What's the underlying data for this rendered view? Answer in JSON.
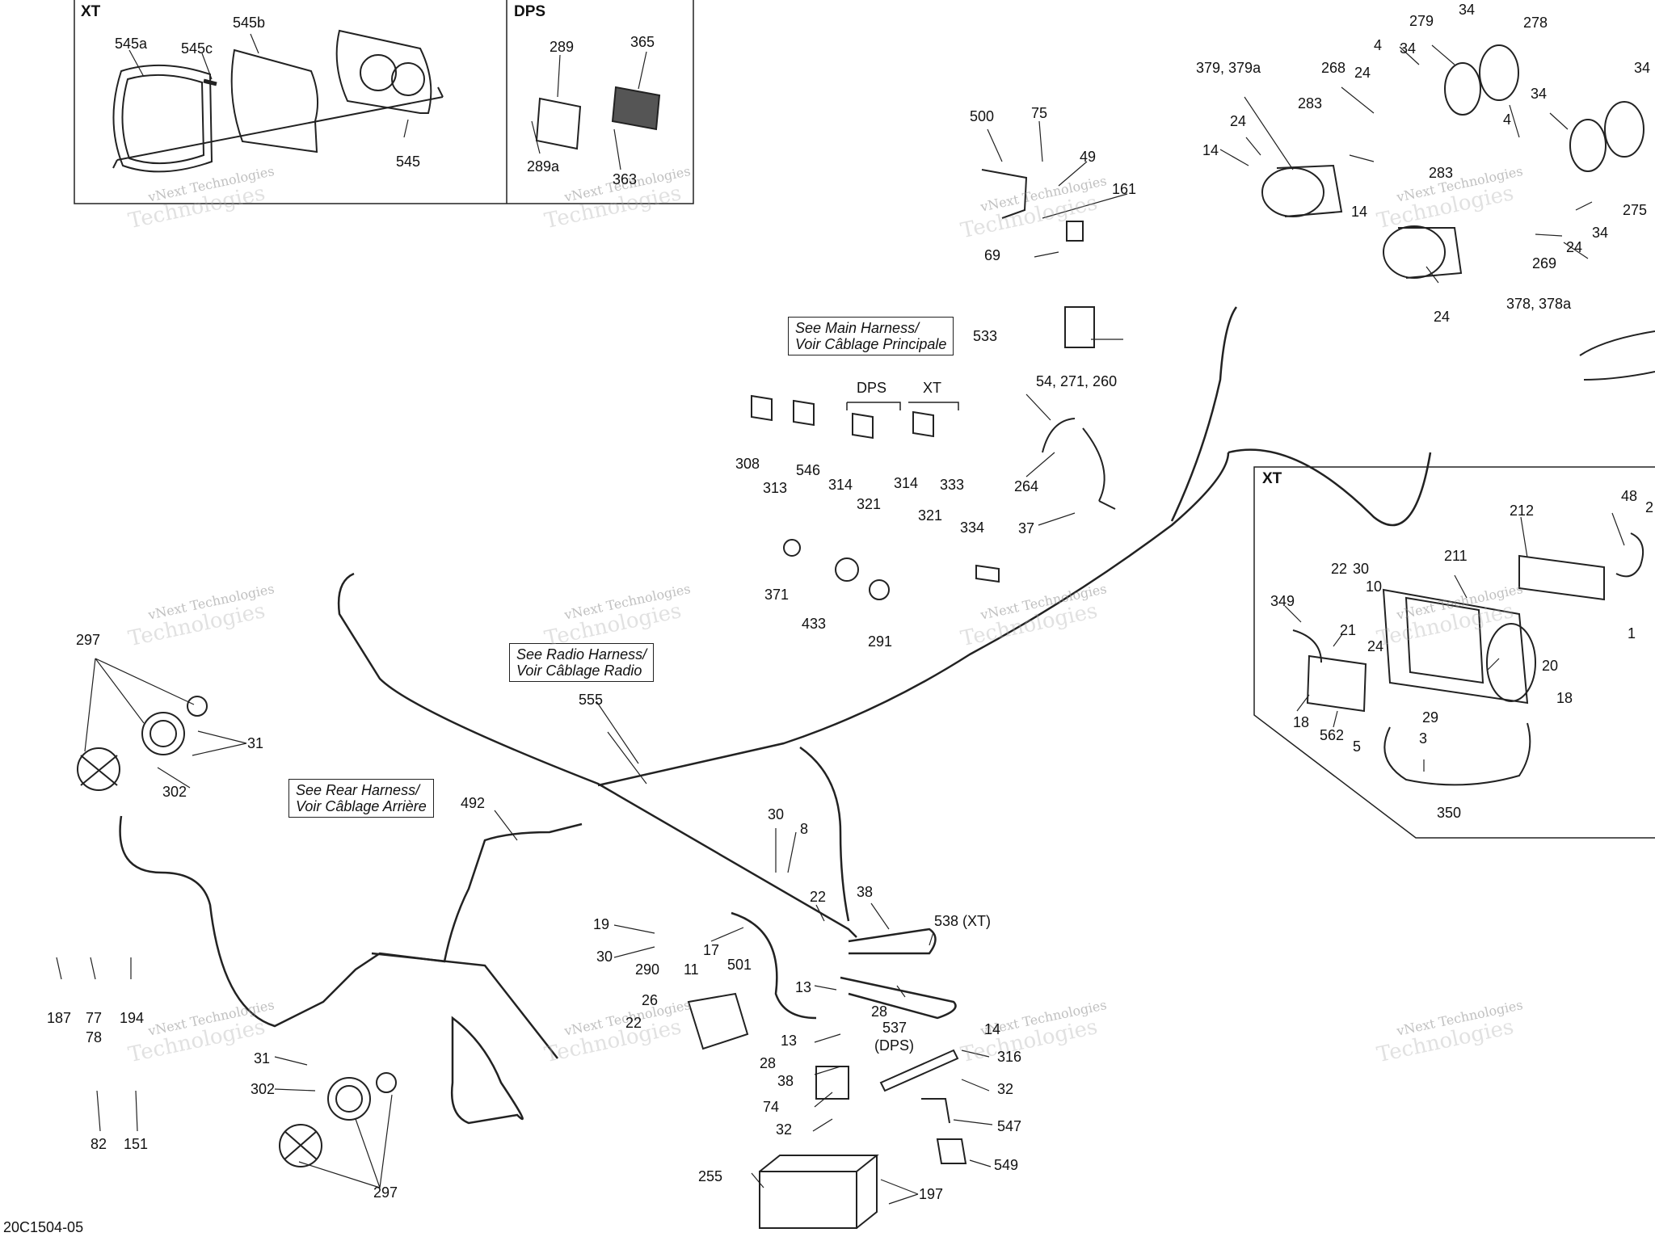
{
  "diagram_code": "20C1504-05",
  "watermark": {
    "line1": "vNext Technologies",
    "line2": "Technologies"
  },
  "boxes": {
    "xt_gauge": "XT",
    "dps_gauge": "DPS",
    "xt_winch": "XT"
  },
  "group_labels": {
    "dps": "DPS",
    "xt": "XT"
  },
  "notes": {
    "main": [
      "See Main Harness/",
      "Voir Câblage Principale"
    ],
    "radio": [
      "See Radio Harness/",
      "Voir Câblage Radio"
    ],
    "rear": [
      "See Rear Harness/",
      "Voir Câblage Arrière"
    ]
  },
  "labels": {
    "l545a": "545a",
    "l545b": "545b",
    "l545c": "545c",
    "l545": "545",
    "l289": "289",
    "l365": "365",
    "l289a": "289a",
    "l363": "363",
    "l500": "500",
    "l75": "75",
    "l49": "49",
    "l161": "161",
    "l69": "69",
    "l533": "533",
    "l54": "54, 271, 260",
    "l264": "264",
    "l37": "37",
    "l334": "334",
    "l308": "308",
    "l313": "313",
    "l546": "546",
    "l314a": "314",
    "l321a": "321",
    "l314b": "314",
    "l333": "333",
    "l321b": "321",
    "l371": "371",
    "l433": "433",
    "l291": "291",
    "l379": "379, 379a",
    "l268": "268",
    "l4a": "4",
    "l34a": "34",
    "l279": "279",
    "l34b": "34",
    "l278": "278",
    "l24a": "24",
    "l283a": "283",
    "l24b": "24",
    "l14a": "14",
    "l34c": "34",
    "l34d": "34",
    "l4b": "4",
    "l283b": "283",
    "l14b": "14",
    "l269": "269",
    "l24c": "24",
    "l34e": "34",
    "l275": "275",
    "l24d": "24",
    "l378": "378, 378a",
    "l212": "212",
    "l48": "48",
    "l2": "2",
    "l211": "211",
    "l22a": "22",
    "l30a": "30",
    "l10": "10",
    "l349": "349",
    "l21": "21",
    "l24e": "24",
    "l1": "1",
    "l20": "20",
    "l18a": "18",
    "l18b": "18",
    "l562": "562",
    "l29": "29",
    "l3": "3",
    "l5": "5",
    "l350": "350",
    "l297a": "297",
    "l31a": "31",
    "l302a": "302",
    "l492": "492",
    "l555": "555",
    "l187": "187",
    "l77": "77",
    "l78": "78",
    "l194": "194",
    "l82": "82",
    "l151": "151",
    "l31b": "31",
    "l302b": "302",
    "l297b": "297",
    "l30b": "30",
    "l8": "8",
    "l22b": "22",
    "l38a": "38",
    "l19": "19",
    "l30c": "30",
    "l17": "17",
    "l290": "290",
    "l11": "11",
    "l501": "501",
    "l26": "26",
    "l22c": "22",
    "l13a": "13",
    "l28a": "28",
    "l13b": "13",
    "l28b": "28",
    "l38b": "38",
    "l74": "74",
    "l32a": "32",
    "l538": "538 (XT)",
    "l537": "537",
    "l537dps": "(DPS)",
    "l14c": "14",
    "l316": "316",
    "l32b": "32",
    "l547": "547",
    "l549": "549",
    "l255": "255",
    "l197": "197"
  }
}
